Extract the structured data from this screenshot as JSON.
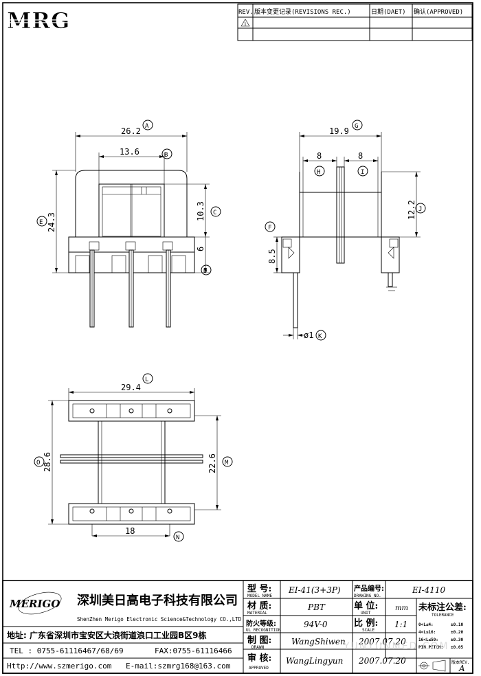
{
  "logo": {
    "text": "MRG"
  },
  "revisions": {
    "col_rev": "REV.",
    "col_record": "版本变更记录(REVISIONS REC.)",
    "col_date": "日期(DAET)",
    "col_approved": "确认(APPROVED)",
    "first_mark": "1"
  },
  "dims": {
    "A": {
      "value": "26.2",
      "label": "A"
    },
    "B": {
      "value": "13.6",
      "label": "B"
    },
    "C": {
      "value": "10.3",
      "label": "C"
    },
    "D": {
      "value": "6",
      "label": "D"
    },
    "E": {
      "value": "24.3",
      "label": "E"
    },
    "F": {
      "value": "8.5",
      "label": "F"
    },
    "G": {
      "value": "19.9",
      "label": "G"
    },
    "H": {
      "value": "8",
      "label": "H"
    },
    "I": {
      "value": "8",
      "label": "I"
    },
    "J": {
      "value": "12.2",
      "label": "J"
    },
    "K": {
      "value": "ø1",
      "label": "K"
    },
    "L": {
      "value": "29.4",
      "label": "L"
    },
    "M": {
      "value": "22.6",
      "label": "M"
    },
    "N": {
      "value": "18",
      "label": "N"
    },
    "O": {
      "value": "28.6",
      "label": "O"
    }
  },
  "title_block": {
    "brand": "MERIGO",
    "company_cn": "深圳美日高电子科技有限公司",
    "company_en": "ShenZhen Merigo Electronic Science&Technology CO.,LTD",
    "address": "地址: 广东省深圳市宝安区大浪街道浪口工业园B区9栋",
    "tel": "TEL : 0755-61116467/68/69",
    "fax": "FAX:0755-61116466",
    "http": "Http://www.szmerigo.com",
    "email": "E-mail:szmrg168@163.com",
    "model_label": "型 号:",
    "model_sub": "MODEL NAME",
    "model_value": "EI-41(3+3P)",
    "drawing_label": "产品编号:",
    "drawing_sub": "DRAWING NO.",
    "drawing_value": "EI-4110",
    "material_label": "材 质:",
    "material_sub": "MATERIAL",
    "material_value": "PBT",
    "unit_label": "单 位:",
    "unit_sub": "UNIT",
    "unit_value": "mm",
    "fire_label": "防火等级:",
    "fire_sub": "UL RECOGNITION",
    "fire_value": "94V-0",
    "scale_label": "比 例:",
    "scale_sub": "SCALE",
    "scale_value": "1:1",
    "drawn_label": "制 图:",
    "drawn_sub": "DRAWN",
    "drawn_value": "WangShiwen",
    "drawn_date": "2007.07.20",
    "approved_label": "审 核:",
    "approved_sub": "APPROVED",
    "approved_value": "WangLingyun",
    "approved_date": "2007.07.20",
    "tolerance_title": "未标注公差:",
    "tolerance_sub": "TOLERANCE",
    "tol1_range": "0<L≤4:",
    "tol1_value": "±0.10",
    "tol2_range": "4<L≤16:",
    "tol2_value": "±0.20",
    "tol3_range": "16<L≤50:",
    "tol3_value": "±0.30",
    "tol4_range": "PIN PITCH:",
    "tol4_value": "±0.05",
    "rev_label": "版本REV.",
    "rev_value": "A",
    "watermark": "YUNYUNMED.COM"
  }
}
